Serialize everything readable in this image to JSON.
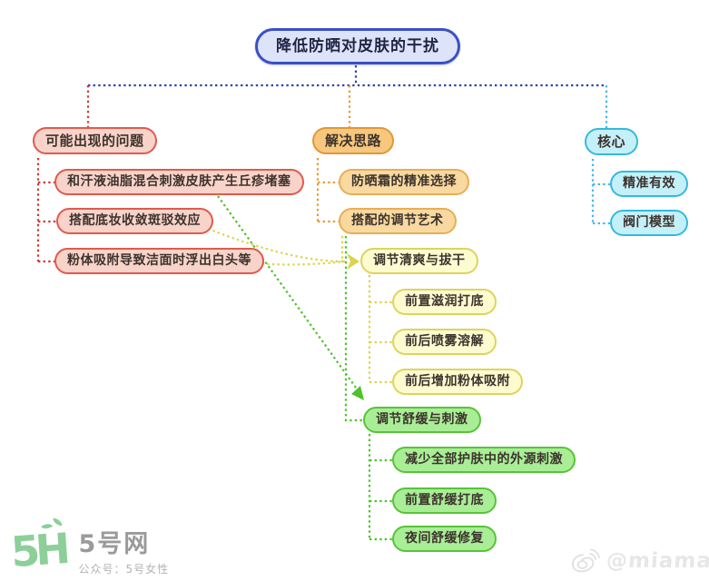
{
  "root": {
    "label": "降低防晒对皮肤的干扰"
  },
  "problems": {
    "label": "可能出现的问题",
    "children": [
      "和汗液油脂混合刺激皮肤产生丘疹堵塞",
      "搭配底妆收敛斑驳效应",
      "粉体吸附导致洁面时浮出白头等"
    ]
  },
  "solutions": {
    "label": "解决思路",
    "children": [
      "防晒霜的精准选择",
      "搭配的调节艺术"
    ]
  },
  "fresh": {
    "label": "调节清爽与拔干",
    "children": [
      "前置滋润打底",
      "前后喷雾溶解",
      "前后增加粉体吸附"
    ]
  },
  "soothe": {
    "label": "调节舒缓与刺激",
    "children": [
      "减少全部护肤中的外源刺激",
      "前置舒缓打底",
      "夜间舒缓修复"
    ]
  },
  "core": {
    "label": "核心",
    "children": [
      "精准有效",
      "阀门模型"
    ]
  },
  "footer": {
    "logo_mark": "5H",
    "site_name": "5号网",
    "site_subtitle": "公众号：5号女性",
    "watermark_handle": "@miamaja"
  },
  "colors": {
    "root_border": "#3b50c4",
    "root_fill": "#dde3f8",
    "red_border": "#e05a4e",
    "red_fill": "#f8d3ca",
    "orange_border": "#e09838",
    "orange_fill": "#f6c77d",
    "orange_child_border": "#e8ae55",
    "orange_child_fill": "#f9d9a0",
    "yellow_border": "#ddd45e",
    "yellow_fill": "#fdfbd0",
    "green_border": "#57c437",
    "green_fill": "#a9ee97",
    "cyan_border": "#36b9dd",
    "cyan_fill": "#c4f0fa",
    "line_navy": "#2e41b4",
    "line_red": "#cc3b33",
    "line_orange": "#e89b2f",
    "line_cyan": "#44b8e8",
    "line_yellow": "#ddd34e",
    "line_green": "#4cc32a",
    "logo_green": "#8ccf99"
  }
}
